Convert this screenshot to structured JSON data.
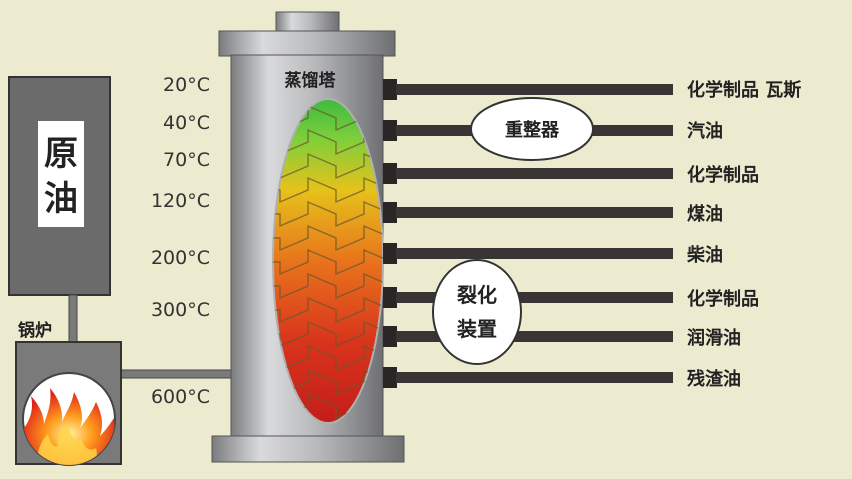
{
  "crude_oil": {
    "line1": "原",
    "line2": "油"
  },
  "boiler": {
    "label": "锅炉"
  },
  "tower": {
    "label": "蒸馏塔"
  },
  "temperatures": [
    {
      "id": "t20",
      "label": "20°C"
    },
    {
      "id": "t40",
      "label": "40°C"
    },
    {
      "id": "t70",
      "label": "70°C"
    },
    {
      "id": "t120",
      "label": "120°C"
    },
    {
      "id": "t200",
      "label": "200°C"
    },
    {
      "id": "t300",
      "label": "300°C"
    },
    {
      "id": "t600",
      "label": "600°C"
    }
  ],
  "reformer": {
    "label": "重整器"
  },
  "cracker": {
    "line1": "裂化",
    "line2": "装置"
  },
  "products": [
    {
      "id": "chemicals-gas",
      "label": "化学制品 瓦斯"
    },
    {
      "id": "gasoline",
      "label": "汽油"
    },
    {
      "id": "chemicals-1",
      "label": "化学制品"
    },
    {
      "id": "kerosene",
      "label": "煤油"
    },
    {
      "id": "diesel",
      "label": "柴油"
    },
    {
      "id": "chemicals-2",
      "label": "化学制品"
    },
    {
      "id": "lubricant",
      "label": "润滑油"
    },
    {
      "id": "residue",
      "label": "残渣油"
    }
  ],
  "colors": {
    "background": "#ecebcf",
    "pipe": "#3a3535",
    "tower_metal": "#a9aaac",
    "heat_top": "#3dba3f",
    "heat_mid": "#e6c21b",
    "heat_bottom": "#c41d1a",
    "box_dark": "#6b6b6b"
  }
}
